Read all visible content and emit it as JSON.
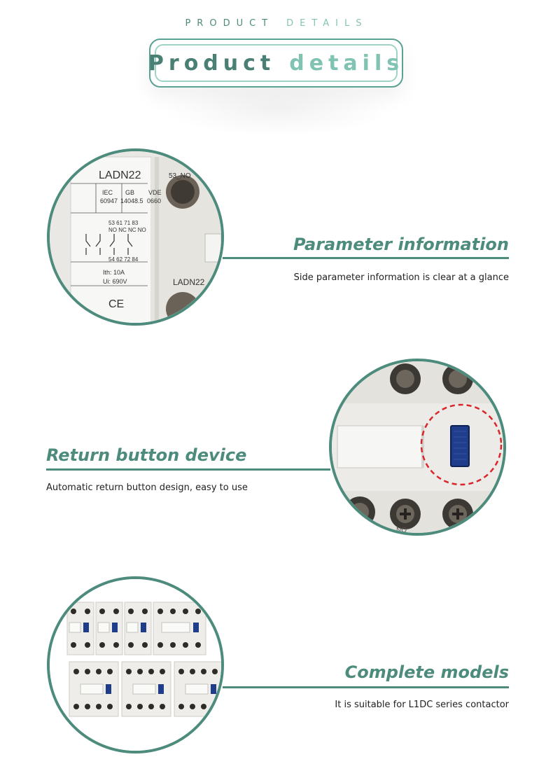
{
  "header": {
    "subtitle_word1": "PRODUCT",
    "subtitle_word2": "DETAILS",
    "title_word1": "Product",
    "title_word2": "details"
  },
  "colors": {
    "accent": "#4d8c7d",
    "accent_light": "#86c4b4",
    "marker_red": "#d9262a",
    "button_blue": "#1f3d8a"
  },
  "sections": [
    {
      "heading": "Parameter information",
      "description": "Side parameter information is clear at a glance",
      "image_labels": {
        "model": "LADN22",
        "side_model": "LADN22",
        "top_mark": "53_NO",
        "std1_a": "IEC",
        "std1_b": "60947",
        "std2_a": "GB",
        "std2_b": "14048.5",
        "std3_a": "VDE",
        "std3_b": "0660",
        "contacts_top": "53  61  71  83",
        "contacts_type": "NO  NC  NC  NO",
        "contacts_bottom": "54  62  72  84",
        "ith": "Ith: 10A",
        "ui": "Ui: 690V",
        "ce": "CE"
      }
    },
    {
      "heading": "Return button device",
      "description": "Automatic return button design, easy to use",
      "image_labels": {
        "bottom_mark": "NO"
      }
    },
    {
      "heading": "Complete models",
      "description": "It is suitable for L1DC series contactor"
    }
  ]
}
